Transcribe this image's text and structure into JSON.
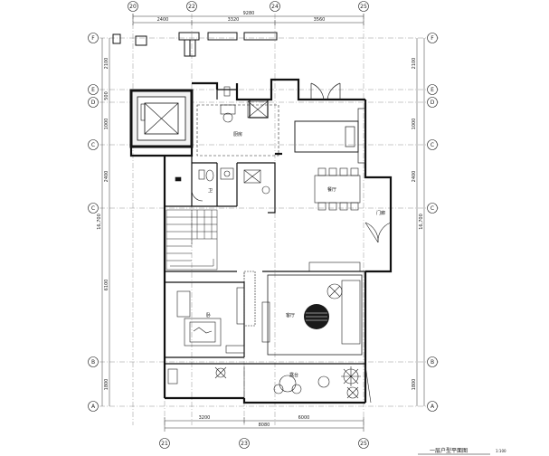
{
  "axes_top": [
    "20",
    "22",
    "24",
    "25"
  ],
  "axes_bottom": [
    "21",
    "23",
    "25"
  ],
  "axes_left": [
    "F",
    "E",
    "D",
    "C",
    "C",
    "B",
    "A"
  ],
  "axes_right": [
    "F",
    "E",
    "D",
    "C",
    "C",
    "B",
    "A"
  ],
  "dims_top": [
    "2400",
    "3320",
    "3560"
  ],
  "dims_top_total": "9280",
  "dims_bottom": [
    "3200",
    "6000"
  ],
  "dims_bottom_total": "8080",
  "dims_left": [
    "2100",
    "500",
    "1000",
    "2400",
    "6100",
    "1800"
  ],
  "dims_left_total": "16,700",
  "dims_right": [
    "2100",
    "1000",
    "2400",
    "1800"
  ],
  "dims_right_total": "16,700",
  "rooms": {
    "kitchen": "厨房",
    "bath": "卫",
    "dining": "餐厅",
    "corridor": "门廊",
    "bedroom": "卧",
    "living": "客厅",
    "terrace": "露台"
  },
  "plan_title": "一层户型平面图",
  "scale": "1:100"
}
